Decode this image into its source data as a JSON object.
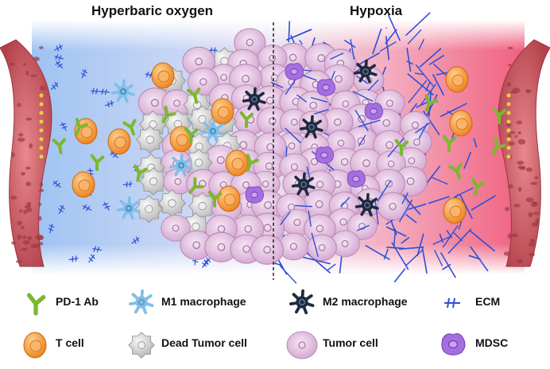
{
  "titles": {
    "left": "Hyperbaric oxygen",
    "right": "Hypoxia"
  },
  "legend": [
    {
      "label": "PD-1 Ab",
      "icon": "antibody-icon"
    },
    {
      "label": "M1 macrophage",
      "icon": "m1-macrophage-icon"
    },
    {
      "label": "M2 macrophage",
      "icon": "m2-macrophage-icon"
    },
    {
      "label": "ECM",
      "icon": "ecm-icon"
    },
    {
      "label": "T cell",
      "icon": "t-cell-icon"
    },
    {
      "label": "Dead Tumor cell",
      "icon": "dead-tumor-cell-icon"
    },
    {
      "label": "Tumor cell",
      "icon": "tumor-cell-icon"
    },
    {
      "label": "MDSC",
      "icon": "mdsc-icon"
    }
  ],
  "colors": {
    "oxygen": "#9fc3f2",
    "hypoxia": "#f0607f",
    "tumor": "#e6c6e2",
    "tcell": "#f59a3a",
    "antibody": "#7cb82f",
    "ecm": "#2b4fd8",
    "m1": "#7fbfe8",
    "m2": "#1e2a3e",
    "mdsc": "#a46ee0",
    "dead": "#d8d8d8",
    "vessel": "#c9505a"
  }
}
